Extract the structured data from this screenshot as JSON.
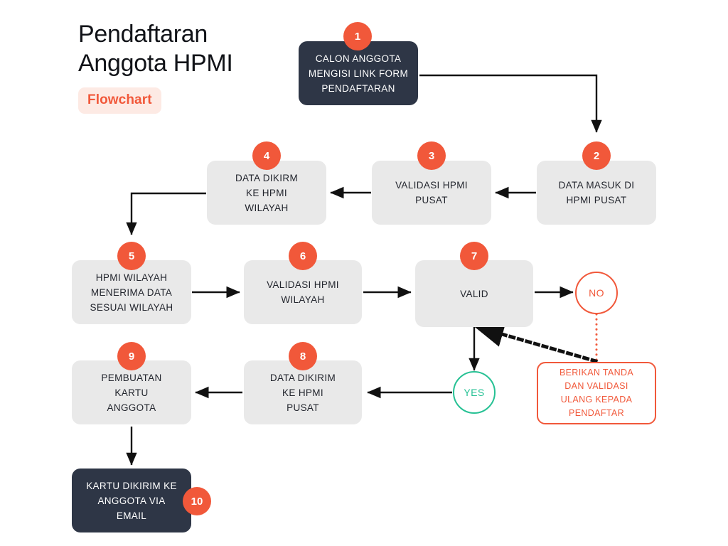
{
  "header": {
    "title": "Pendaftaran\nAnggota HPMI",
    "badge": "Flowchart"
  },
  "colors": {
    "accent_orange": "#f1583a",
    "badge_bg_pink": "#fdeae4",
    "node_gray": "#e9e9e9",
    "node_dark": "#2e3646",
    "yes_green": "#26c194",
    "connector_black": "#111111",
    "page_bg": "#ffffff"
  },
  "chart_data": {
    "type": "diagram",
    "title": "Pendaftaran Anggota HPMI",
    "subtitle": "Flowchart",
    "nodes": [
      {
        "id": "n1",
        "number": "1",
        "label": "CALON ANGGOTA\nMENGISI LINK FORM\nPENDAFTARAN",
        "style": "dark",
        "badge_pos": "top"
      },
      {
        "id": "n2",
        "number": "2",
        "label": "DATA MASUK DI\nHPMI PUSAT",
        "style": "gray",
        "badge_pos": "top"
      },
      {
        "id": "n3",
        "number": "3",
        "label": "VALIDASI HPMI\nPUSAT",
        "style": "gray",
        "badge_pos": "top"
      },
      {
        "id": "n4",
        "number": "4",
        "label": "DATA DIKIRM\nKE HPMI\nWILAYAH",
        "style": "gray",
        "badge_pos": "top"
      },
      {
        "id": "n5",
        "number": "5",
        "label": "HPMI WILAYAH\nMENERIMA DATA\nSESUAI WILAYAH",
        "style": "gray",
        "badge_pos": "top"
      },
      {
        "id": "n6",
        "number": "6",
        "label": "VALIDASI HPMI\nWILAYAH",
        "style": "gray",
        "badge_pos": "top"
      },
      {
        "id": "n7",
        "number": "7",
        "label": "VALID",
        "style": "gray",
        "badge_pos": "top"
      },
      {
        "id": "n8",
        "number": "8",
        "label": "DATA DIKIRIM\nKE HPMI\nPUSAT",
        "style": "gray",
        "badge_pos": "top"
      },
      {
        "id": "n9",
        "number": "9",
        "label": "PEMBUATAN\nKARTU\nANGGOTA",
        "style": "gray",
        "badge_pos": "top"
      },
      {
        "id": "n10",
        "number": "10",
        "label": "KARTU DIKIRIM KE\nANGGOTA VIA\nEMAIL",
        "style": "dark",
        "badge_pos": "right"
      },
      {
        "id": "nretry",
        "number": "",
        "label": "BERIKAN TANDA\nDAN VALIDASI\nULANG KEPADA\nPENDAFTAR",
        "style": "outline-orange",
        "badge_pos": "none"
      }
    ],
    "decisions": [
      {
        "id": "dno",
        "label": "NO",
        "color": "#f1583a"
      },
      {
        "id": "dyes",
        "label": "YES",
        "color": "#26c194"
      }
    ],
    "edges": [
      {
        "from": "n1",
        "to": "n2",
        "style": "solid"
      },
      {
        "from": "n2",
        "to": "n3",
        "style": "solid"
      },
      {
        "from": "n3",
        "to": "n4",
        "style": "solid"
      },
      {
        "from": "n4",
        "to": "n5",
        "style": "solid"
      },
      {
        "from": "n5",
        "to": "n6",
        "style": "solid"
      },
      {
        "from": "n6",
        "to": "n7",
        "style": "solid"
      },
      {
        "from": "n7",
        "to": "dno",
        "style": "solid"
      },
      {
        "from": "n7",
        "to": "dyes",
        "style": "solid"
      },
      {
        "from": "dno",
        "to": "nretry",
        "style": "dotted-orange"
      },
      {
        "from": "nretry",
        "to": "n7",
        "style": "dotted-black"
      },
      {
        "from": "dyes",
        "to": "n8",
        "style": "solid"
      },
      {
        "from": "n8",
        "to": "n9",
        "style": "solid"
      },
      {
        "from": "n9",
        "to": "n10",
        "style": "solid"
      }
    ]
  }
}
